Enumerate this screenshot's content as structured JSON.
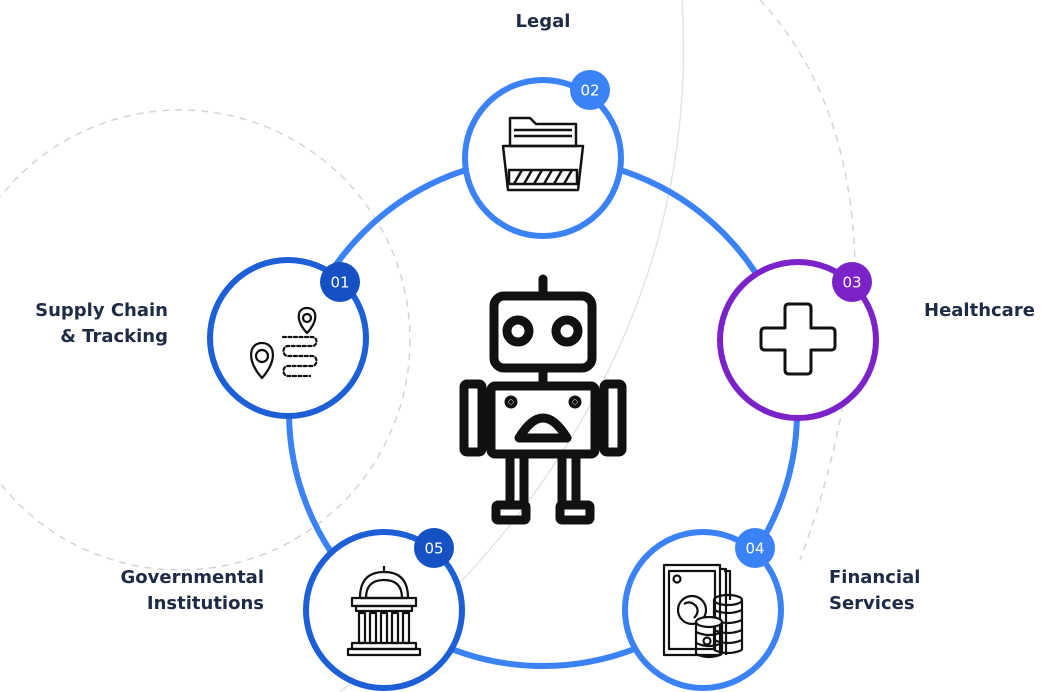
{
  "colors": {
    "ring": "#3b82f6",
    "ring_dark": "#1d5fd6",
    "healthcare": "#7c22c9",
    "badge_blue": "#2563eb",
    "badge_dark": "#1651c4",
    "badge_purple": "#7c22c9",
    "text": "#1f2a44",
    "dashed": "#d4d4d8",
    "thin_arc": "#e4e4e7",
    "icon": "#111111"
  },
  "center": {
    "icon": "robot-icon"
  },
  "nodes": [
    {
      "id": "legal",
      "number": "02",
      "label": "Legal",
      "icon": "folder-icon"
    },
    {
      "id": "supply-chain",
      "number": "01",
      "label_lines": [
        "Supply Chain",
        "& Tracking"
      ],
      "icon": "route-pins-icon"
    },
    {
      "id": "healthcare",
      "number": "03",
      "label": "Healthcare",
      "icon": "medical-cross-icon"
    },
    {
      "id": "government",
      "number": "05",
      "label_lines": [
        "Governmental",
        "Institutions"
      ],
      "icon": "government-building-icon"
    },
    {
      "id": "financial",
      "number": "04",
      "label_lines": [
        "Financial",
        "Services"
      ],
      "icon": "money-coins-icon"
    }
  ]
}
